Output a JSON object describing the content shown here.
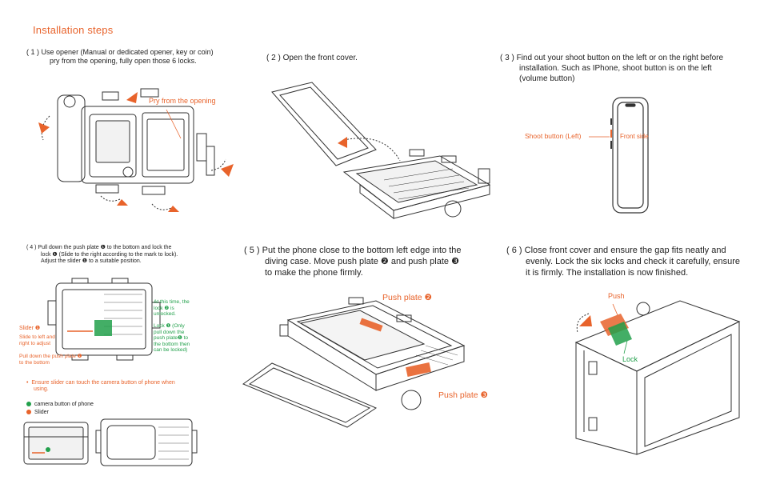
{
  "title": "Installation steps",
  "steps": {
    "s1": {
      "num": "( 1 )",
      "line1": "Use opener  (Manual or dedicated opener, key or coin)",
      "line2": "pry from the opening, fully open those 6 locks."
    },
    "s2": {
      "num": "( 2 )",
      "text": "Open the front cover."
    },
    "s3": {
      "num": "( 3 )",
      "line1": "Find out your shoot button on the left or on the right before",
      "line2": "installation. Such as IPhone, shoot button is on the left",
      "line3": "(volume button)"
    },
    "s4": {
      "num": "( 4 )",
      "line1": "Pull down the push plate ❶ to the bottom and lock the",
      "line2": "lock ❶ (Slide to the right according to the mark to lock).",
      "line3": "Adjust the slider ❶  to a suitable position."
    },
    "s5": {
      "num": "( 5 )",
      "line1": "Put the phone close to the bottom left edge into the",
      "line2": "diving case. Move push plate ❷ and push plate ❸",
      "line3": "to make the phone firmly."
    },
    "s6": {
      "num": "( 6 )",
      "line1": "Close front cover and ensure the gap fits neatly and",
      "line2": "evenly. Lock the six locks and check it carefully, ensure",
      "line3": "it is firmly.  The installation is now finished."
    }
  },
  "callouts": {
    "pry": "Pry from the opening",
    "shoot_button": "Shoot button (Left)",
    "front_side": "Front side",
    "at_this_time": [
      "At this time, the",
      "lock ❷ is",
      "unlocked."
    ],
    "lock_only": [
      "Lock ❶ (Only",
      "pull down the",
      "push plate❶ to",
      "the bottom then",
      "can be locked)"
    ],
    "slider": "Slider ❶",
    "slide_adjust": [
      "Slide to left and",
      "right to adjust"
    ],
    "pull_down": [
      "Pull down the push plate ❶",
      "to the bottom"
    ],
    "push_plate_2": "Push plate ❷",
    "push_plate_3": "Push plate ❸",
    "push": "Push",
    "lock": "Lock"
  },
  "notes": {
    "ensure": [
      "Ensure slider can touch the camera button of phone when",
      "using."
    ],
    "legend_camera": "camera button of phone",
    "legend_slider": "Slider"
  },
  "colors": {
    "accent": "#e8632b",
    "green": "#22a04b",
    "line": "#333333"
  }
}
